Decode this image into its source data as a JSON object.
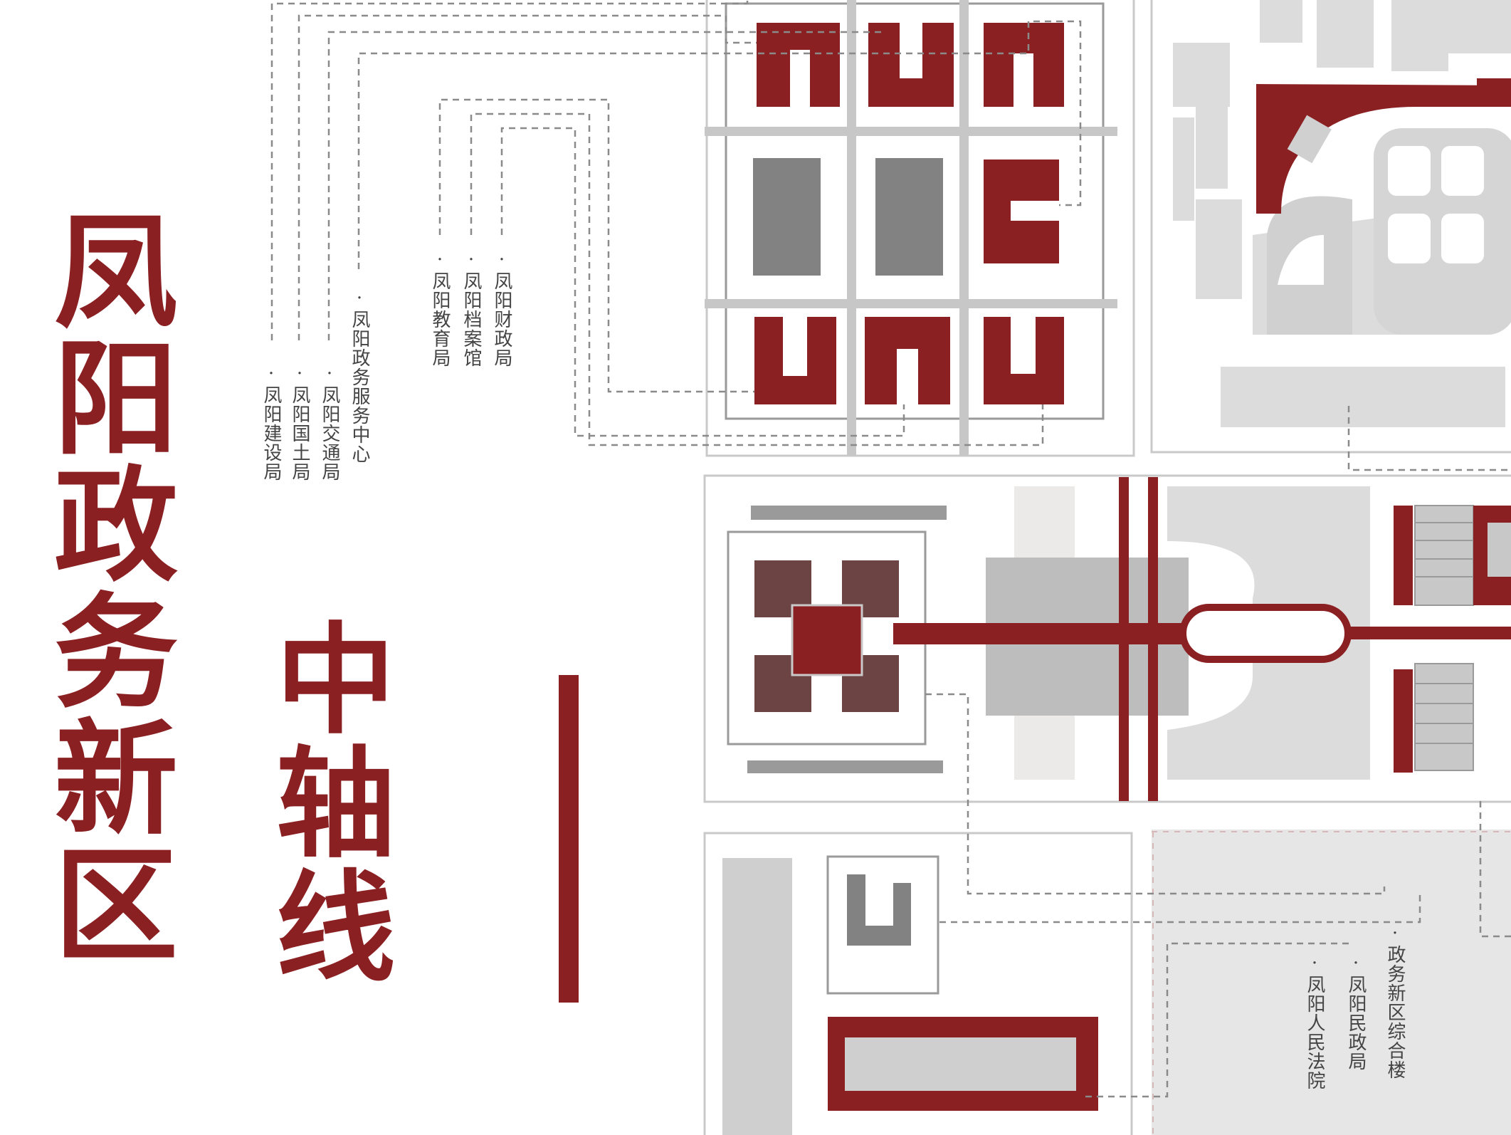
{
  "title": "凤阳政务新区",
  "subtitle": "中轴线",
  "labels": {
    "jianshe": "·凤阳建设局",
    "guotu": "·凤阳国土局",
    "jiaotong": "·凤阳交通局",
    "zhengwu_center": "·凤阳政务服务中心",
    "jiaoyu": "·凤阳教育局",
    "dangan": "·凤阳档案馆",
    "caizheng": "·凤阳财政局",
    "fayuan": "·凤阳人民法院",
    "minzheng": "·凤阳民政局",
    "zonghe": "·政务新区综合楼"
  },
  "colors": {
    "accent": "#8b2023",
    "building_dark": "#6b4443",
    "building_gray": "#828282",
    "block_light": "#dcdcdc",
    "road": "#bdbdbd",
    "leader": "#8a8a8a"
  }
}
